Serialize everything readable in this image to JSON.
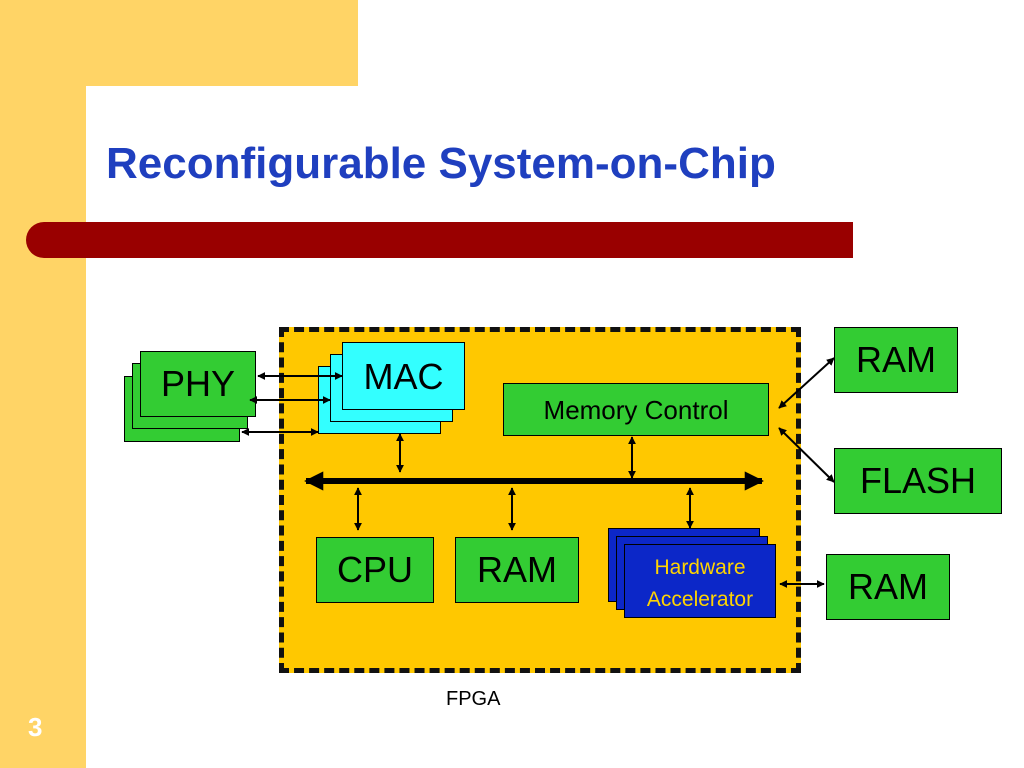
{
  "slide": {
    "title": "Reconfigurable System-on-Chip",
    "number": "3"
  },
  "diagram": {
    "fpga_label": "FPGA",
    "blocks": {
      "phy": "PHY",
      "mac": "MAC",
      "memory_control": "Memory Control",
      "cpu": "CPU",
      "ram_internal": "RAM",
      "hw_accel_line1": "Hardware",
      "hw_accel_line2": "Accelerator",
      "ram_top": "RAM",
      "flash": "FLASH",
      "ram_bottom": "RAM"
    }
  },
  "colors": {
    "background_accent": "#ffd466",
    "title": "#1f3fbf",
    "title_bar": "#990000",
    "fpga_fill": "#ffc800",
    "block_green": "#33cc33",
    "block_cyan": "#33ffff",
    "block_blue": "#0c27c8",
    "accel_text": "#ffd400"
  }
}
